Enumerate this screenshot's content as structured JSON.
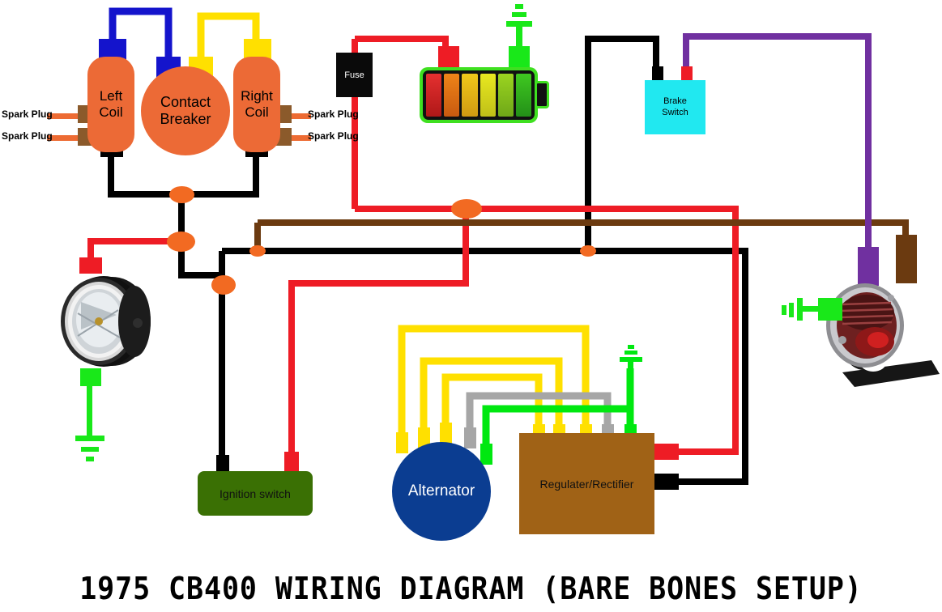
{
  "title": "1975 CB400 WIRING DIAGRAM (BARE BONES SETUP)",
  "components": {
    "left_coil": "Left\nCoil",
    "right_coil": "Right\nCoil",
    "contact_breaker": "Contact\nBreaker",
    "fuse": "Fuse",
    "brake_switch": "Brake\nSwitch",
    "ignition_switch": "Ignition switch",
    "alternator": "Alternator",
    "regulator": "Regulater/Rectifier",
    "battery": "battery-icon",
    "headlight": "headlight-icon",
    "taillight": "taillight-icon"
  },
  "labels": {
    "spark_plug_1": "Spark Plug",
    "spark_plug_2": "Spark Plug",
    "spark_plug_3": "Spark Plug",
    "spark_plug_4": "Spark Plug"
  },
  "colors": {
    "wire_red": "#EE1C25",
    "wire_black": "#000000",
    "wire_blue": "#1414CC",
    "wire_yellow": "#FFE000",
    "wire_brown": "#6B3A10",
    "wire_purple": "#7030A0",
    "wire_green": "#00E810",
    "wire_gray": "#A6A6A6",
    "wire_orange": "#ED6B33",
    "coil_orange": "#EC6A36",
    "node_orange": "#F26A22",
    "brake_cyan": "#21E8F0",
    "ignition_green": "#3A7004",
    "alternator_blue": "#0B3D91",
    "regulator_brown": "#A06216",
    "connector_brown": "#8B5A2B",
    "fuse_black": "#0A0A0A",
    "battery_shell": "#3FE020"
  },
  "battery_cells": [
    "#D42020",
    "#E0701A",
    "#E8C01A",
    "#D8D820",
    "#9BD420",
    "#46C020"
  ]
}
